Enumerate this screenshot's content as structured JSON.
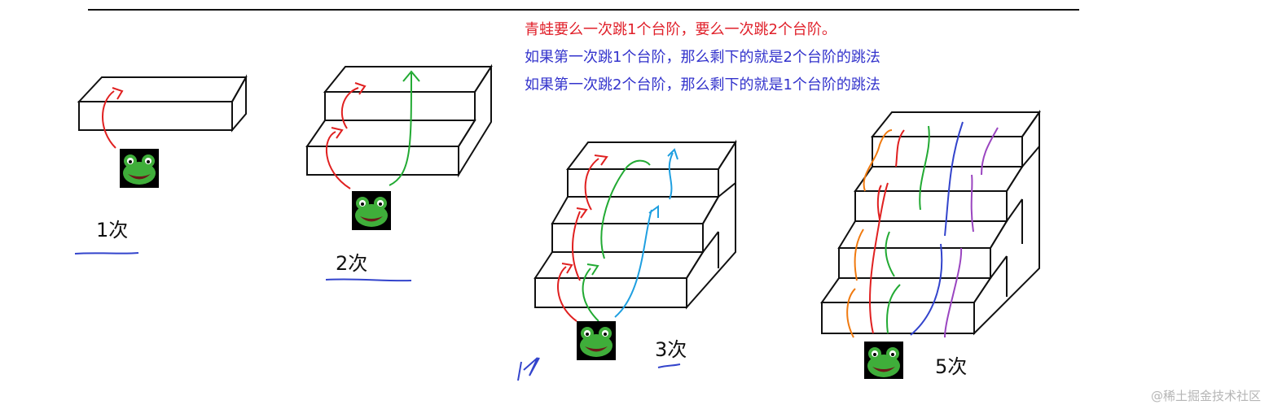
{
  "notes": [
    {
      "text": "青蛙要么一次跳1个台阶，要么一次跳2个台阶。",
      "color": "#e0202a"
    },
    {
      "text": "如果第一次跳1个台阶，那么剩下的就是2个台阶的跳法",
      "color": "#3333cc"
    },
    {
      "text": "如果第一次跳2个台阶，那么剩下的就是1个台阶的跳法",
      "color": "#3333cc"
    }
  ],
  "staircases": [
    {
      "steps": 1,
      "count_label": "1次"
    },
    {
      "steps": 2,
      "count_label": "2次"
    },
    {
      "steps": 3,
      "count_label": "3次"
    },
    {
      "steps": 4,
      "count_label": "5次"
    }
  ],
  "frog_icon": "frog-face-emoji",
  "colors": {
    "red": "#e02020",
    "green": "#22aa33",
    "cyan": "#1e9fe0",
    "blue": "#3344cc",
    "orange": "#f07a10",
    "purple": "#9a45c0",
    "underline_blue": "#3344cc",
    "frog": "#3fae3a"
  },
  "watermark": "@稀土掘金技术社区"
}
